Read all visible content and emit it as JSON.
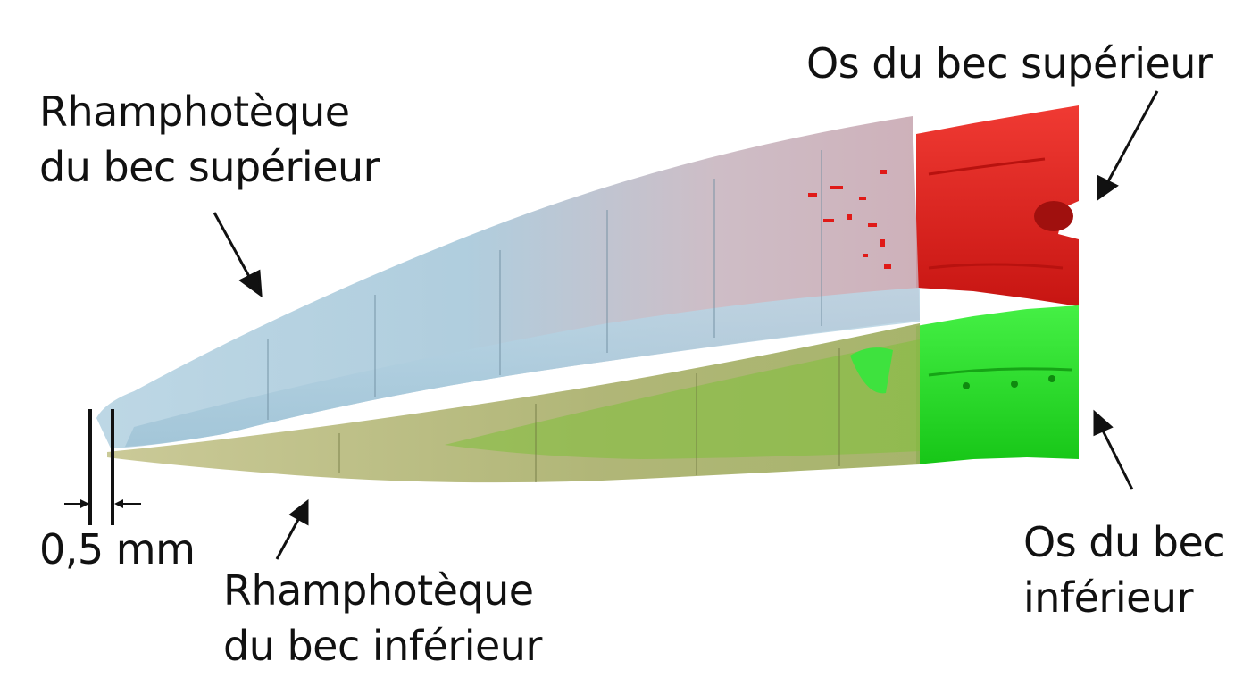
{
  "figure": {
    "labels": {
      "upper_rhamphotheca": [
        "Rhamphotèque",
        "du bec supérieur"
      ],
      "upper_bone": [
        "Os du bec supérieur"
      ],
      "lower_rhamphotheca": [
        "Rhamphotèque",
        "du bec inférieur"
      ],
      "lower_bone": [
        "Os du bec",
        "inférieur"
      ],
      "scale_bar": "0,5 mm"
    },
    "colors": {
      "upper_rhamphotheca": "#a9cbdc",
      "upper_bone": "#e8211c",
      "lower_rhamphotheca": "#b3b679",
      "lower_bone": "#2ee82e",
      "annotation": "#111111"
    }
  }
}
